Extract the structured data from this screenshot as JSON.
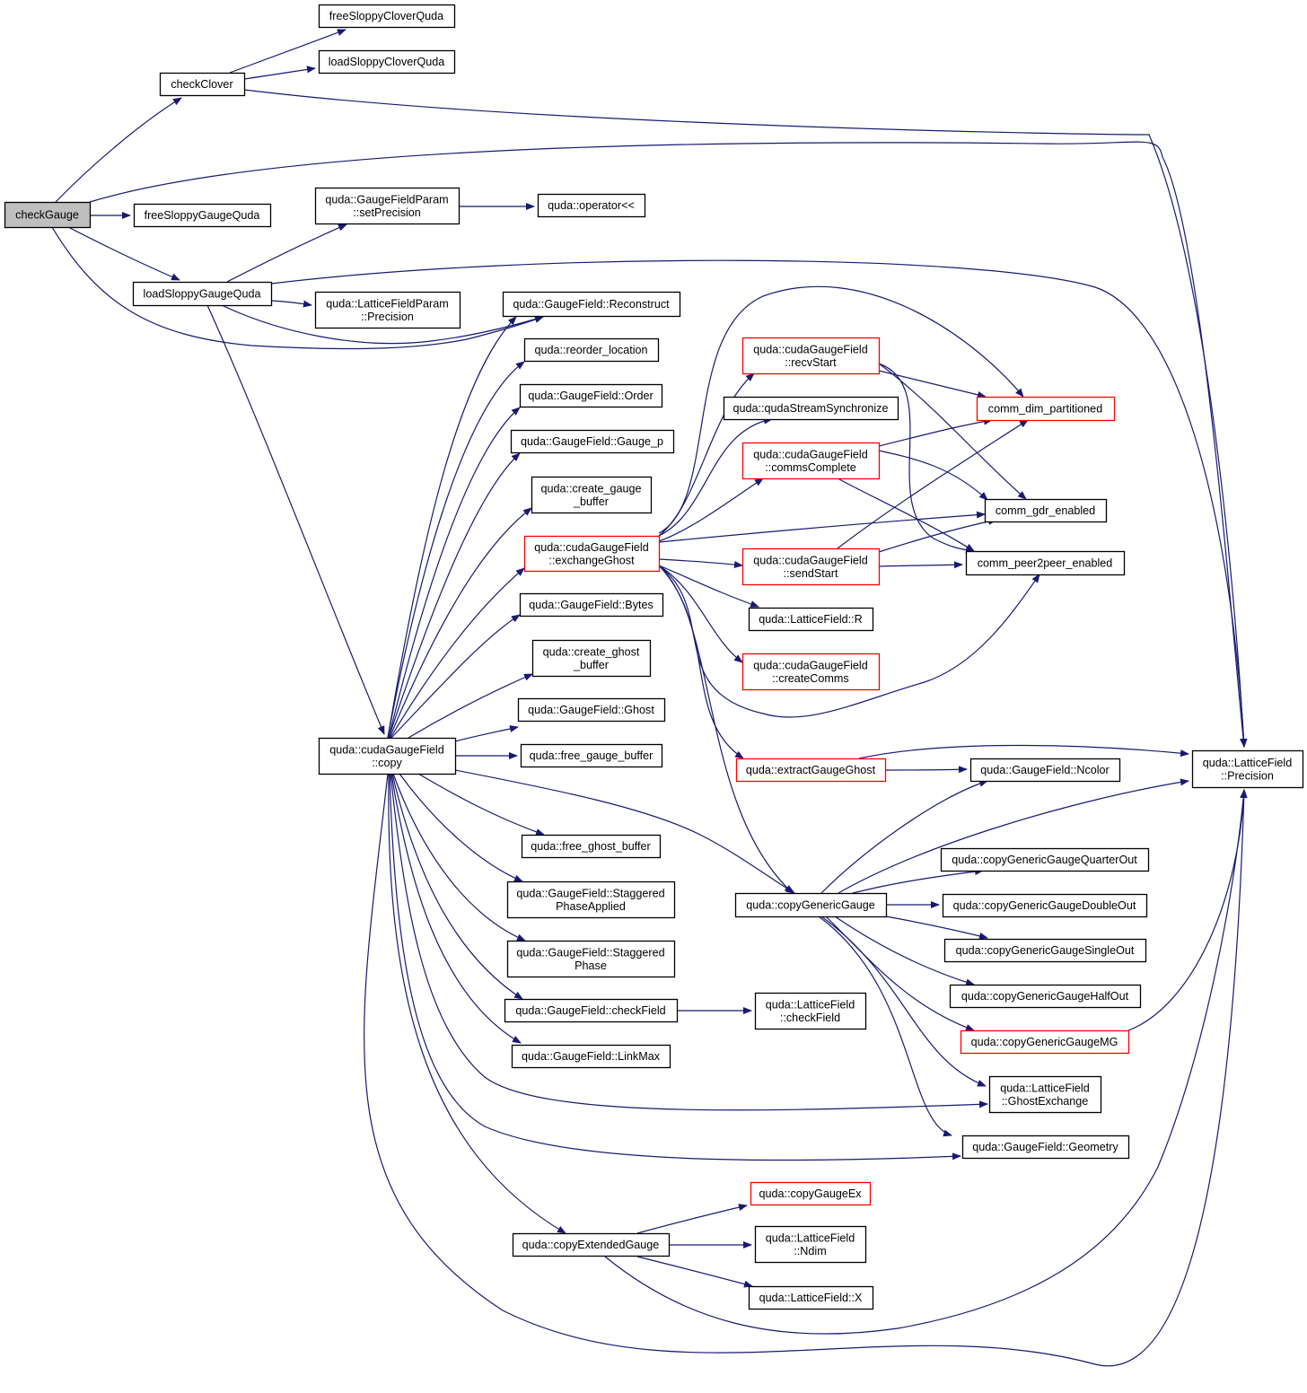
{
  "colors": {
    "edge": "#191970",
    "border": "#000000",
    "truncated_border": "#ff0000",
    "root_fill": "#bfbfbf",
    "node_fill": "#ffffff"
  },
  "nodes": [
    {
      "id": "checkGauge",
      "lines": [
        "checkGauge"
      ],
      "kind": "root"
    },
    {
      "id": "freeSloppyCloverQuda",
      "lines": [
        "freeSloppyCloverQuda"
      ],
      "kind": "normal"
    },
    {
      "id": "loadSloppyCloverQuda",
      "lines": [
        "loadSloppyCloverQuda"
      ],
      "kind": "normal"
    },
    {
      "id": "checkClover",
      "lines": [
        "checkClover"
      ],
      "kind": "normal"
    },
    {
      "id": "freeSloppyGaugeQuda",
      "lines": [
        "freeSloppyGaugeQuda"
      ],
      "kind": "normal"
    },
    {
      "id": "setPrecision",
      "lines": [
        "quda::GaugeFieldParam",
        "::setPrecision"
      ],
      "kind": "normal"
    },
    {
      "id": "operatorLL",
      "lines": [
        "quda::operator<<"
      ],
      "kind": "normal"
    },
    {
      "id": "loadSloppyGaugeQuda",
      "lines": [
        "loadSloppyGaugeQuda"
      ],
      "kind": "normal"
    },
    {
      "id": "LFP_Precision",
      "lines": [
        "quda::LatticeFieldParam",
        "::Precision"
      ],
      "kind": "normal"
    },
    {
      "id": "Reconstruct",
      "lines": [
        "quda::GaugeField::Reconstruct"
      ],
      "kind": "normal"
    },
    {
      "id": "reorder_location",
      "lines": [
        "quda::reorder_location"
      ],
      "kind": "normal"
    },
    {
      "id": "Order",
      "lines": [
        "quda::GaugeField::Order"
      ],
      "kind": "normal"
    },
    {
      "id": "Gauge_p",
      "lines": [
        "quda::GaugeField::Gauge_p"
      ],
      "kind": "normal"
    },
    {
      "id": "create_gauge_buffer",
      "lines": [
        "quda::create_gauge",
        "_buffer"
      ],
      "kind": "normal"
    },
    {
      "id": "exchangeGhost",
      "lines": [
        "quda::cudaGaugeField",
        "::exchangeGhost"
      ],
      "kind": "truncated"
    },
    {
      "id": "Bytes",
      "lines": [
        "quda::GaugeField::Bytes"
      ],
      "kind": "normal"
    },
    {
      "id": "create_ghost_buffer",
      "lines": [
        "quda::create_ghost",
        "_buffer"
      ],
      "kind": "normal"
    },
    {
      "id": "Ghost",
      "lines": [
        "quda::GaugeField::Ghost"
      ],
      "kind": "normal"
    },
    {
      "id": "copy",
      "lines": [
        "quda::cudaGaugeField",
        "::copy"
      ],
      "kind": "normal"
    },
    {
      "id": "free_gauge_buffer",
      "lines": [
        "quda::free_gauge_buffer"
      ],
      "kind": "normal"
    },
    {
      "id": "free_ghost_buffer",
      "lines": [
        "quda::free_ghost_buffer"
      ],
      "kind": "normal"
    },
    {
      "id": "StaggeredPhaseApplied",
      "lines": [
        "quda::GaugeField::Staggered",
        "PhaseApplied"
      ],
      "kind": "normal"
    },
    {
      "id": "StaggeredPhase",
      "lines": [
        "quda::GaugeField::Staggered",
        "Phase"
      ],
      "kind": "normal"
    },
    {
      "id": "checkField",
      "lines": [
        "quda::GaugeField::checkField"
      ],
      "kind": "normal"
    },
    {
      "id": "LF_checkField",
      "lines": [
        "quda::LatticeField",
        "::checkField"
      ],
      "kind": "normal"
    },
    {
      "id": "LinkMax",
      "lines": [
        "quda::GaugeField::LinkMax"
      ],
      "kind": "normal"
    },
    {
      "id": "copyExtendedGauge",
      "lines": [
        "quda::copyExtendedGauge"
      ],
      "kind": "normal"
    },
    {
      "id": "copyGaugeEx",
      "lines": [
        "quda::copyGaugeEx"
      ],
      "kind": "truncated"
    },
    {
      "id": "Ndim",
      "lines": [
        "quda::LatticeField",
        "::Ndim"
      ],
      "kind": "normal"
    },
    {
      "id": "LF_X",
      "lines": [
        "quda::LatticeField::X"
      ],
      "kind": "normal"
    },
    {
      "id": "recvStart",
      "lines": [
        "quda::cudaGaugeField",
        "::recvStart"
      ],
      "kind": "truncated"
    },
    {
      "id": "qudaStreamSynchronize",
      "lines": [
        "quda::qudaStreamSynchronize"
      ],
      "kind": "normal"
    },
    {
      "id": "commsComplete",
      "lines": [
        "quda::cudaGaugeField",
        "::commsComplete"
      ],
      "kind": "truncated"
    },
    {
      "id": "sendStart",
      "lines": [
        "quda::cudaGaugeField",
        "::sendStart"
      ],
      "kind": "truncated"
    },
    {
      "id": "LF_R",
      "lines": [
        "quda::LatticeField::R"
      ],
      "kind": "normal"
    },
    {
      "id": "createComms",
      "lines": [
        "quda::cudaGaugeField",
        "::createComms"
      ],
      "kind": "truncated"
    },
    {
      "id": "extractGaugeGhost",
      "lines": [
        "quda::extractGaugeGhost"
      ],
      "kind": "truncated"
    },
    {
      "id": "copyGenericGauge",
      "lines": [
        "quda::copyGenericGauge"
      ],
      "kind": "normal"
    },
    {
      "id": "comm_dim_partitioned",
      "lines": [
        "comm_dim_partitioned"
      ],
      "kind": "truncated"
    },
    {
      "id": "comm_gdr_enabled",
      "lines": [
        "comm_gdr_enabled"
      ],
      "kind": "normal"
    },
    {
      "id": "comm_peer2peer_enabled",
      "lines": [
        "comm_peer2peer_enabled"
      ],
      "kind": "normal"
    },
    {
      "id": "Ncolor",
      "lines": [
        "quda::GaugeField::Ncolor"
      ],
      "kind": "normal"
    },
    {
      "id": "QuarterOut",
      "lines": [
        "quda::copyGenericGaugeQuarterOut"
      ],
      "kind": "normal"
    },
    {
      "id": "DoubleOut",
      "lines": [
        "quda::copyGenericGaugeDoubleOut"
      ],
      "kind": "normal"
    },
    {
      "id": "SingleOut",
      "lines": [
        "quda::copyGenericGaugeSingleOut"
      ],
      "kind": "normal"
    },
    {
      "id": "HalfOut",
      "lines": [
        "quda::copyGenericGaugeHalfOut"
      ],
      "kind": "normal"
    },
    {
      "id": "MG",
      "lines": [
        "quda::copyGenericGaugeMG"
      ],
      "kind": "truncated"
    },
    {
      "id": "GhostExchange",
      "lines": [
        "quda::LatticeField",
        "::GhostExchange"
      ],
      "kind": "normal"
    },
    {
      "id": "Geometry",
      "lines": [
        "quda::GaugeField::Geometry"
      ],
      "kind": "normal"
    },
    {
      "id": "LF_Precision",
      "lines": [
        "quda::LatticeField",
        "::Precision"
      ],
      "kind": "normal"
    }
  ],
  "edges": [
    [
      "checkGauge",
      "checkClover"
    ],
    [
      "checkGauge",
      "LF_Precision"
    ],
    [
      "checkGauge",
      "freeSloppyGaugeQuda"
    ],
    [
      "checkGauge",
      "loadSloppyGaugeQuda"
    ],
    [
      "checkGauge",
      "Reconstruct"
    ],
    [
      "checkClover",
      "freeSloppyCloverQuda"
    ],
    [
      "checkClover",
      "loadSloppyCloverQuda"
    ],
    [
      "checkClover",
      "LF_Precision"
    ],
    [
      "loadSloppyGaugeQuda",
      "setPrecision"
    ],
    [
      "loadSloppyGaugeQuda",
      "LF_Precision"
    ],
    [
      "loadSloppyGaugeQuda",
      "LFP_Precision"
    ],
    [
      "loadSloppyGaugeQuda",
      "Reconstruct"
    ],
    [
      "loadSloppyGaugeQuda",
      "copy"
    ],
    [
      "setPrecision",
      "operatorLL"
    ],
    [
      "copy",
      "Reconstruct"
    ],
    [
      "copy",
      "reorder_location"
    ],
    [
      "copy",
      "Order"
    ],
    [
      "copy",
      "Gauge_p"
    ],
    [
      "copy",
      "create_gauge_buffer"
    ],
    [
      "copy",
      "exchangeGhost"
    ],
    [
      "copy",
      "Bytes"
    ],
    [
      "copy",
      "create_ghost_buffer"
    ],
    [
      "copy",
      "Ghost"
    ],
    [
      "copy",
      "free_gauge_buffer"
    ],
    [
      "copy",
      "copyGenericGauge"
    ],
    [
      "copy",
      "free_ghost_buffer"
    ],
    [
      "copy",
      "StaggeredPhaseApplied"
    ],
    [
      "copy",
      "StaggeredPhase"
    ],
    [
      "copy",
      "checkField"
    ],
    [
      "copy",
      "LinkMax"
    ],
    [
      "copy",
      "GhostExchange"
    ],
    [
      "copy",
      "Geometry"
    ],
    [
      "copy",
      "copyExtendedGauge"
    ],
    [
      "copy",
      "LF_Precision"
    ],
    [
      "checkField",
      "LF_checkField"
    ],
    [
      "exchangeGhost",
      "recvStart"
    ],
    [
      "exchangeGhost",
      "qudaStreamSynchronize"
    ],
    [
      "exchangeGhost",
      "commsComplete"
    ],
    [
      "exchangeGhost",
      "comm_dim_partitioned"
    ],
    [
      "exchangeGhost",
      "comm_gdr_enabled"
    ],
    [
      "exchangeGhost",
      "sendStart"
    ],
    [
      "exchangeGhost",
      "LF_R"
    ],
    [
      "exchangeGhost",
      "createComms"
    ],
    [
      "exchangeGhost",
      "comm_peer2peer_enabled"
    ],
    [
      "exchangeGhost",
      "extractGaugeGhost"
    ],
    [
      "exchangeGhost",
      "copyGenericGauge"
    ],
    [
      "recvStart",
      "comm_dim_partitioned"
    ],
    [
      "recvStart",
      "comm_gdr_enabled"
    ],
    [
      "recvStart",
      "comm_peer2peer_enabled"
    ],
    [
      "commsComplete",
      "comm_dim_partitioned"
    ],
    [
      "commsComplete",
      "comm_gdr_enabled"
    ],
    [
      "commsComplete",
      "comm_peer2peer_enabled"
    ],
    [
      "sendStart",
      "comm_dim_partitioned"
    ],
    [
      "sendStart",
      "comm_gdr_enabled"
    ],
    [
      "sendStart",
      "comm_peer2peer_enabled"
    ],
    [
      "extractGaugeGhost",
      "LF_Precision"
    ],
    [
      "extractGaugeGhost",
      "Ncolor"
    ],
    [
      "copyGenericGauge",
      "Ncolor"
    ],
    [
      "copyGenericGauge",
      "LF_Precision"
    ],
    [
      "copyGenericGauge",
      "QuarterOut"
    ],
    [
      "copyGenericGauge",
      "DoubleOut"
    ],
    [
      "copyGenericGauge",
      "SingleOut"
    ],
    [
      "copyGenericGauge",
      "HalfOut"
    ],
    [
      "copyGenericGauge",
      "MG"
    ],
    [
      "copyGenericGauge",
      "GhostExchange"
    ],
    [
      "copyGenericGauge",
      "Geometry"
    ],
    [
      "MG",
      "LF_Precision"
    ],
    [
      "copyExtendedGauge",
      "copyGaugeEx"
    ],
    [
      "copyExtendedGauge",
      "Ndim"
    ],
    [
      "copyExtendedGauge",
      "LF_X"
    ],
    [
      "copyExtendedGauge",
      "LF_Precision"
    ]
  ]
}
